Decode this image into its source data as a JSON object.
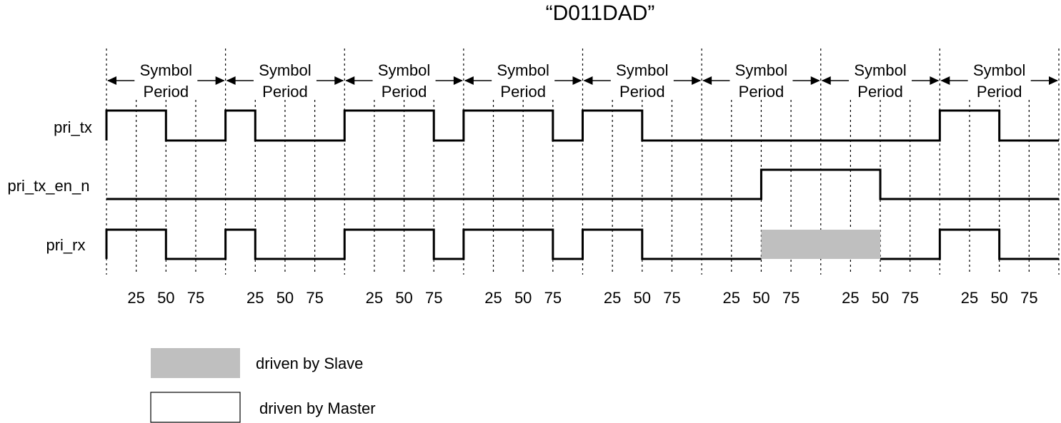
{
  "title": "“D011DAD”",
  "symbol_period_label": [
    "Symbol",
    "Period"
  ],
  "signals": [
    {
      "name": "pri_tx",
      "levels": [
        "1",
        "1",
        "0",
        "0",
        "1",
        "0",
        "0",
        "0",
        "1",
        "1",
        "1",
        "0",
        "1",
        "1",
        "1",
        "0",
        "1",
        "1",
        "0",
        "0",
        "0",
        "0",
        "0",
        "0",
        "0",
        "0",
        "0",
        "0",
        "1",
        "1",
        "0",
        "0"
      ]
    },
    {
      "name": "pri_tx_en_n",
      "levels": [
        "0",
        "0",
        "0",
        "0",
        "0",
        "0",
        "0",
        "0",
        "0",
        "0",
        "0",
        "0",
        "0",
        "0",
        "0",
        "0",
        "0",
        "0",
        "0",
        "0",
        "0",
        "0",
        "1",
        "1",
        "1",
        "1",
        "0",
        "0",
        "0",
        "0",
        "0",
        "0"
      ]
    },
    {
      "name": "pri_rx",
      "levels": [
        "1",
        "1",
        "0",
        "0",
        "1",
        "0",
        "0",
        "0",
        "1",
        "1",
        "1",
        "0",
        "1",
        "1",
        "1",
        "0",
        "1",
        "1",
        "0",
        "0",
        "0",
        "0",
        "S",
        "S",
        "S",
        "S",
        "0",
        "0",
        "1",
        "1",
        "0",
        "0"
      ]
    }
  ],
  "tick_labels": [
    "25",
    "50",
    "75"
  ],
  "legend": [
    {
      "label": "driven by Slave",
      "color": "#bfbfbf"
    },
    {
      "label": "driven by Master",
      "color": "#ffffff"
    }
  ]
}
